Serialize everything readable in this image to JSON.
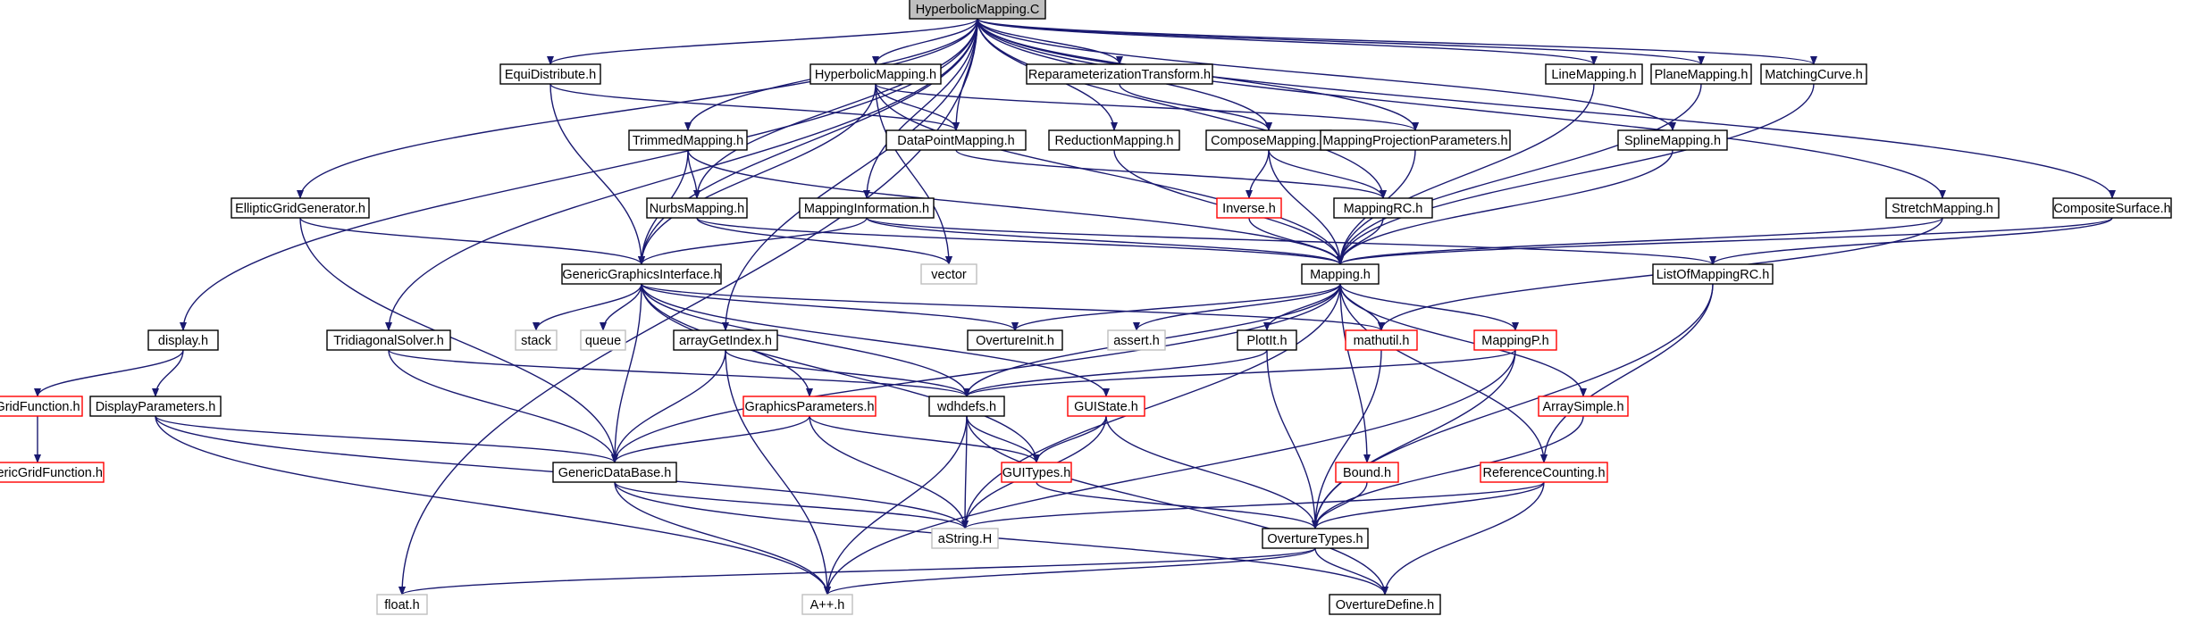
{
  "colors": {
    "edge": "#191970",
    "root_fill": "#bfbfbf",
    "border_normal": "#000000",
    "border_incomplete": "#ff0000",
    "border_system": "#bfbfbf"
  },
  "graph": {
    "nodes": [
      {
        "id": "root",
        "label": "HyperbolicMapping.C",
        "kind": "root"
      },
      {
        "id": "equidistribute",
        "label": "EquiDistribute.h",
        "kind": "normal"
      },
      {
        "id": "hyperbolicmapping_h",
        "label": "HyperbolicMapping.h",
        "kind": "normal"
      },
      {
        "id": "reparam",
        "label": "ReparameterizationTransform.h",
        "kind": "normal"
      },
      {
        "id": "linemapping",
        "label": "LineMapping.h",
        "kind": "normal"
      },
      {
        "id": "planemapping",
        "label": "PlaneMapping.h",
        "kind": "normal"
      },
      {
        "id": "matchingcurve",
        "label": "MatchingCurve.h",
        "kind": "normal"
      },
      {
        "id": "trimmedmapping",
        "label": "TrimmedMapping.h",
        "kind": "normal"
      },
      {
        "id": "datapointmapping",
        "label": "DataPointMapping.h",
        "kind": "normal"
      },
      {
        "id": "reductionmapping",
        "label": "ReductionMapping.h",
        "kind": "normal"
      },
      {
        "id": "composemapping",
        "label": "ComposeMapping.h",
        "kind": "normal"
      },
      {
        "id": "mappingprojection",
        "label": "MappingProjectionParameters.h",
        "kind": "normal"
      },
      {
        "id": "splinemapping",
        "label": "SplineMapping.h",
        "kind": "normal"
      },
      {
        "id": "ellipticgrid",
        "label": "EllipticGridGenerator.h",
        "kind": "normal"
      },
      {
        "id": "nurbsmapping",
        "label": "NurbsMapping.h",
        "kind": "normal"
      },
      {
        "id": "mappinginformation",
        "label": "MappingInformation.h",
        "kind": "normal"
      },
      {
        "id": "inverse",
        "label": "Inverse.h",
        "kind": "incomplete"
      },
      {
        "id": "mappingrc",
        "label": "MappingRC.h",
        "kind": "normal"
      },
      {
        "id": "stretchmapping",
        "label": "StretchMapping.h",
        "kind": "normal"
      },
      {
        "id": "compositesurface",
        "label": "CompositeSurface.h",
        "kind": "normal"
      },
      {
        "id": "ggi",
        "label": "GenericGraphicsInterface.h",
        "kind": "normal"
      },
      {
        "id": "vector",
        "label": "vector",
        "kind": "system"
      },
      {
        "id": "mapping_h",
        "label": "Mapping.h",
        "kind": "normal"
      },
      {
        "id": "listofmappingrc",
        "label": "ListOfMappingRC.h",
        "kind": "normal"
      },
      {
        "id": "display",
        "label": "display.h",
        "kind": "normal"
      },
      {
        "id": "tridiagonal",
        "label": "TridiagonalSolver.h",
        "kind": "normal"
      },
      {
        "id": "stack",
        "label": "stack",
        "kind": "system"
      },
      {
        "id": "queue",
        "label": "queue",
        "kind": "system"
      },
      {
        "id": "arraygetindex",
        "label": "arrayGetIndex.h",
        "kind": "normal"
      },
      {
        "id": "overtureinit",
        "label": "OvertureInit.h",
        "kind": "normal"
      },
      {
        "id": "assert",
        "label": "assert.h",
        "kind": "system"
      },
      {
        "id": "plotit",
        "label": "PlotIt.h",
        "kind": "normal"
      },
      {
        "id": "mathutil",
        "label": "mathutil.h",
        "kind": "incomplete"
      },
      {
        "id": "mappingp",
        "label": "MappingP.h",
        "kind": "incomplete"
      },
      {
        "id": "gridfunction",
        "label": "GridFunction.h",
        "kind": "incomplete"
      },
      {
        "id": "displayparams",
        "label": "DisplayParameters.h",
        "kind": "normal"
      },
      {
        "id": "graphicsparams",
        "label": "GraphicsParameters.h",
        "kind": "incomplete"
      },
      {
        "id": "wdhdefs",
        "label": "wdhdefs.h",
        "kind": "normal"
      },
      {
        "id": "guistate",
        "label": "GUIState.h",
        "kind": "incomplete"
      },
      {
        "id": "arraysimple",
        "label": "ArraySimple.h",
        "kind": "incomplete"
      },
      {
        "id": "genericgridfunction",
        "label": "GenericGridFunction.h",
        "kind": "incomplete"
      },
      {
        "id": "genericdatabase",
        "label": "GenericDataBase.h",
        "kind": "normal"
      },
      {
        "id": "guitypes",
        "label": "GUITypes.h",
        "kind": "incomplete"
      },
      {
        "id": "bound",
        "label": "Bound.h",
        "kind": "incomplete"
      },
      {
        "id": "refcounting",
        "label": "ReferenceCounting.h",
        "kind": "incomplete"
      },
      {
        "id": "astring",
        "label": "aString.H",
        "kind": "system"
      },
      {
        "id": "overturetypes",
        "label": "OvertureTypes.h",
        "kind": "normal"
      },
      {
        "id": "float",
        "label": "float.h",
        "kind": "system"
      },
      {
        "id": "app",
        "label": "A++.h",
        "kind": "system"
      },
      {
        "id": "overturedefine",
        "label": "OvertureDefine.h",
        "kind": "normal"
      }
    ],
    "edges": [
      [
        "root",
        "float"
      ],
      [
        "root",
        "display"
      ],
      [
        "root",
        "ellipticgrid"
      ],
      [
        "root",
        "tridiagonal"
      ],
      [
        "root",
        "ggi"
      ],
      [
        "root",
        "equidistribute"
      ],
      [
        "root",
        "nurbsmapping"
      ],
      [
        "root",
        "arraygetindex"
      ],
      [
        "root",
        "trimmedmapping"
      ],
      [
        "root",
        "mappinginformation"
      ],
      [
        "root",
        "hyperbolicmapping_h"
      ],
      [
        "root",
        "datapointmapping"
      ],
      [
        "root",
        "reductionmapping"
      ],
      [
        "root",
        "reparam"
      ],
      [
        "root",
        "composemapping"
      ],
      [
        "root",
        "mappingprojection"
      ],
      [
        "root",
        "mappingrc"
      ],
      [
        "root",
        "linemapping"
      ],
      [
        "root",
        "planemapping"
      ],
      [
        "root",
        "splinemapping"
      ],
      [
        "root",
        "matchingcurve"
      ],
      [
        "root",
        "stretchmapping"
      ],
      [
        "root",
        "compositesurface"
      ],
      [
        "equidistribute",
        "datapointmapping"
      ],
      [
        "equidistribute",
        "ggi"
      ],
      [
        "hyperbolicmapping_h",
        "datapointmapping"
      ],
      [
        "hyperbolicmapping_h",
        "mappingprojection"
      ],
      [
        "hyperbolicmapping_h",
        "ggi"
      ],
      [
        "hyperbolicmapping_h",
        "vector"
      ],
      [
        "hyperbolicmapping_h",
        "mapping_h"
      ],
      [
        "reparam",
        "composemapping"
      ],
      [
        "linemapping",
        "mapping_h"
      ],
      [
        "planemapping",
        "mapping_h"
      ],
      [
        "matchingcurve",
        "mapping_h"
      ],
      [
        "trimmedmapping",
        "nurbsmapping"
      ],
      [
        "trimmedmapping",
        "ggi"
      ],
      [
        "trimmedmapping",
        "mapping_h"
      ],
      [
        "datapointmapping",
        "mappingrc"
      ],
      [
        "reductionmapping",
        "mapping_h"
      ],
      [
        "composemapping",
        "inverse"
      ],
      [
        "composemapping",
        "mappingrc"
      ],
      [
        "composemapping",
        "mapping_h"
      ],
      [
        "mappingprojection",
        "mapping_h"
      ],
      [
        "splinemapping",
        "mapping_h"
      ],
      [
        "ellipticgrid",
        "ggi"
      ],
      [
        "ellipticgrid",
        "genericdatabase"
      ],
      [
        "nurbsmapping",
        "mapping_h"
      ],
      [
        "nurbsmapping",
        "vector"
      ],
      [
        "mappinginformation",
        "ggi"
      ],
      [
        "mappinginformation",
        "mapping_h"
      ],
      [
        "mappinginformation",
        "listofmappingrc"
      ],
      [
        "inverse",
        "mapping_h"
      ],
      [
        "mappingrc",
        "mapping_h"
      ],
      [
        "stretchmapping",
        "mapping_h"
      ],
      [
        "stretchmapping",
        "mathutil"
      ],
      [
        "compositesurface",
        "mapping_h"
      ],
      [
        "compositesurface",
        "listofmappingrc"
      ],
      [
        "ggi",
        "stack"
      ],
      [
        "ggi",
        "queue"
      ],
      [
        "ggi",
        "overtureinit"
      ],
      [
        "ggi",
        "graphicsparams"
      ],
      [
        "ggi",
        "wdhdefs"
      ],
      [
        "ggi",
        "guistate"
      ],
      [
        "ggi",
        "guitypes"
      ],
      [
        "ggi",
        "genericdatabase"
      ],
      [
        "ggi",
        "mathutil"
      ],
      [
        "mapping_h",
        "genericdatabase"
      ],
      [
        "mapping_h",
        "overtureinit"
      ],
      [
        "mapping_h",
        "assert"
      ],
      [
        "mapping_h",
        "plotit"
      ],
      [
        "mapping_h",
        "mathutil"
      ],
      [
        "mapping_h",
        "mappingp"
      ],
      [
        "mapping_h",
        "arraysimple"
      ],
      [
        "mapping_h",
        "wdhdefs"
      ],
      [
        "mapping_h",
        "bound"
      ],
      [
        "mapping_h",
        "refcounting"
      ],
      [
        "mapping_h",
        "astring"
      ],
      [
        "listofmappingrc",
        "refcounting"
      ],
      [
        "listofmappingrc",
        "overturetypes"
      ],
      [
        "display",
        "gridfunction"
      ],
      [
        "display",
        "displayparams"
      ],
      [
        "tridiagonal",
        "genericdatabase"
      ],
      [
        "tridiagonal",
        "wdhdefs"
      ],
      [
        "arraygetindex",
        "wdhdefs"
      ],
      [
        "arraygetindex",
        "genericdatabase"
      ],
      [
        "arraygetindex",
        "app"
      ],
      [
        "plotit",
        "wdhdefs"
      ],
      [
        "plotit",
        "overturetypes"
      ],
      [
        "mathutil",
        "overturetypes"
      ],
      [
        "mappingp",
        "wdhdefs"
      ],
      [
        "mappingp",
        "overturetypes"
      ],
      [
        "mappingp",
        "app"
      ],
      [
        "gridfunction",
        "genericgridfunction"
      ],
      [
        "displayparams",
        "genericdatabase"
      ],
      [
        "displayparams",
        "astring"
      ],
      [
        "displayparams",
        "app"
      ],
      [
        "graphicsparams",
        "genericdatabase"
      ],
      [
        "graphicsparams",
        "guitypes"
      ],
      [
        "graphicsparams",
        "astring"
      ],
      [
        "wdhdefs",
        "guitypes"
      ],
      [
        "wdhdefs",
        "astring"
      ],
      [
        "wdhdefs",
        "app"
      ],
      [
        "wdhdefs",
        "overturedefine"
      ],
      [
        "guistate",
        "guitypes"
      ],
      [
        "guistate",
        "astring"
      ],
      [
        "guistate",
        "overturetypes"
      ],
      [
        "arraysimple",
        "overturetypes"
      ],
      [
        "genericdatabase",
        "astring"
      ],
      [
        "genericdatabase",
        "app"
      ],
      [
        "genericdatabase",
        "overturedefine"
      ],
      [
        "guitypes",
        "overturetypes"
      ],
      [
        "bound",
        "overturetypes"
      ],
      [
        "refcounting",
        "astring"
      ],
      [
        "refcounting",
        "overturetypes"
      ],
      [
        "refcounting",
        "overturedefine"
      ],
      [
        "overturetypes",
        "float"
      ],
      [
        "overturetypes",
        "app"
      ],
      [
        "overturetypes",
        "overturedefine"
      ]
    ]
  }
}
